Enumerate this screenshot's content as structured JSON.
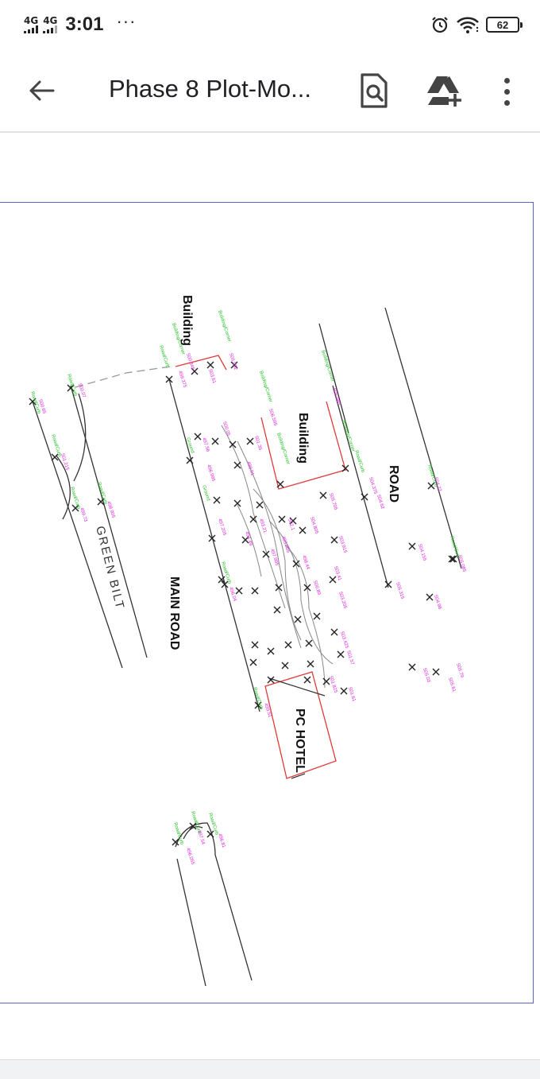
{
  "status_bar": {
    "signal_1": "4G",
    "signal_2": "4G",
    "time": "3:01",
    "more_dots": "···",
    "battery": "62"
  },
  "toolbar": {
    "title": "Phase 8 Plot-Mo..."
  },
  "drawing": {
    "labels": {
      "building_top": "Building",
      "building_mid": "Building",
      "road_right": "ROAD",
      "main_road": "MAIN ROAD",
      "green_belt": "GREEN BILT",
      "pc_hotel": "PC HOTEL"
    },
    "colors": {
      "lines": "#333333",
      "contours": "#888888",
      "building_outline": "#e03a3a",
      "point_codes": "#29c329",
      "elevations": "#e020e0",
      "page_border": "#5b62c8"
    }
  }
}
